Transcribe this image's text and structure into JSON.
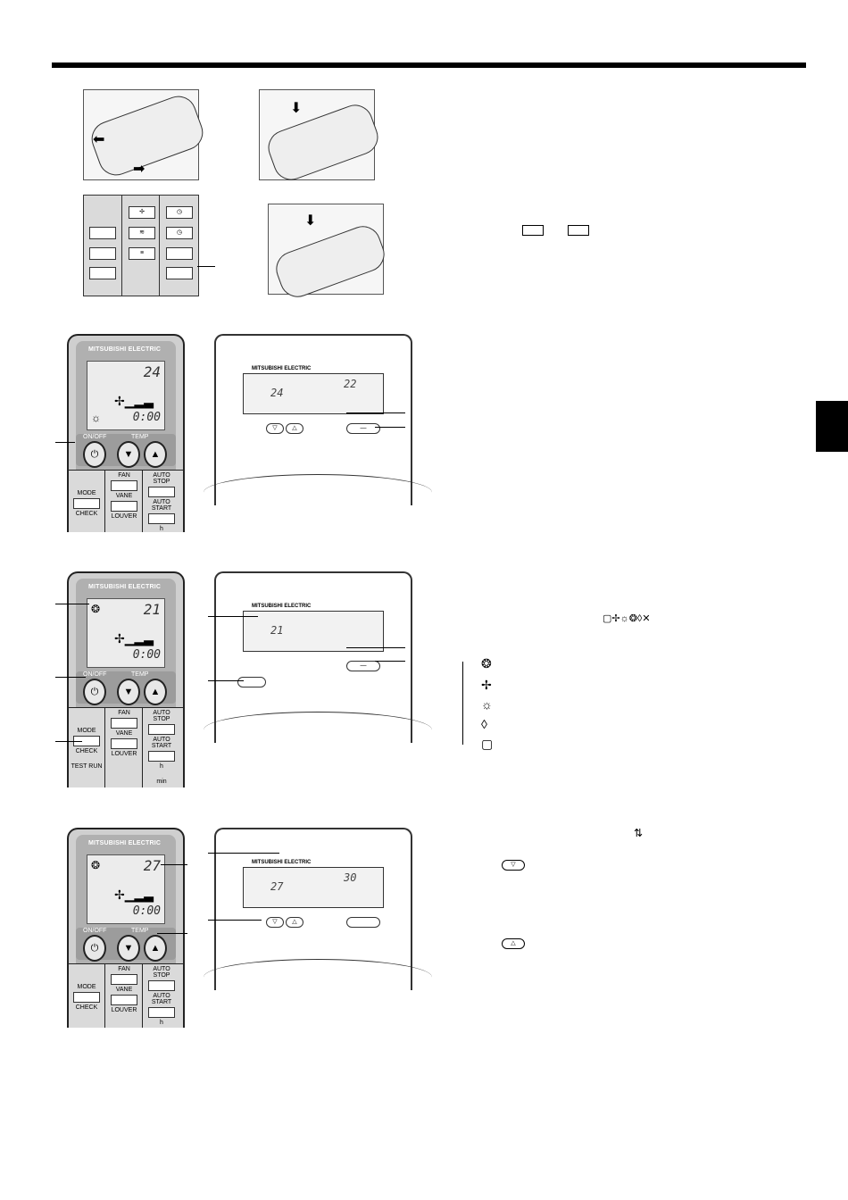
{
  "brand": "MITSUBISHI ELECTRIC",
  "icons": {
    "cool": "snowflake-like-icon",
    "fan": "fan-icon",
    "heat": "sun-icon",
    "dry": "drop-icon",
    "auto": "square-icon"
  },
  "remote1": {
    "temp": "24",
    "time": "0:00",
    "onoff": "ON/OFF",
    "temp_lbl": "TEMP",
    "fan": "FAN",
    "mode": "MODE",
    "vane": "VANE",
    "check": "CHECK",
    "louver": "LOUVER",
    "auto_stop": "AUTO STOP",
    "auto_start": "AUTO START",
    "h": "h"
  },
  "remote2": {
    "temp": "21",
    "time": "0:00",
    "onoff": "ON/OFF",
    "temp_lbl": "TEMP",
    "fan": "FAN",
    "mode": "MODE",
    "vane": "VANE",
    "check": "CHECK",
    "louver": "LOUVER",
    "auto_stop": "AUTO STOP",
    "auto_start": "AUTO START",
    "h": "h",
    "test_run": "TEST RUN",
    "min": "min"
  },
  "remote3": {
    "temp": "27",
    "time": "0:00",
    "onoff": "ON/OFF",
    "temp_lbl": "TEMP",
    "fan": "FAN",
    "mode": "MODE",
    "vane": "VANE",
    "check": "CHECK",
    "louver": "LOUVER",
    "auto_stop": "AUTO STOP",
    "auto_start": "AUTO START",
    "h": "h"
  },
  "panel1": {
    "set": "24",
    "room": "22"
  },
  "panel2": {
    "set": "21"
  },
  "panel3": {
    "set": "27",
    "room": "30"
  },
  "mode_sequence": "▢✢☼❂◊✕"
}
